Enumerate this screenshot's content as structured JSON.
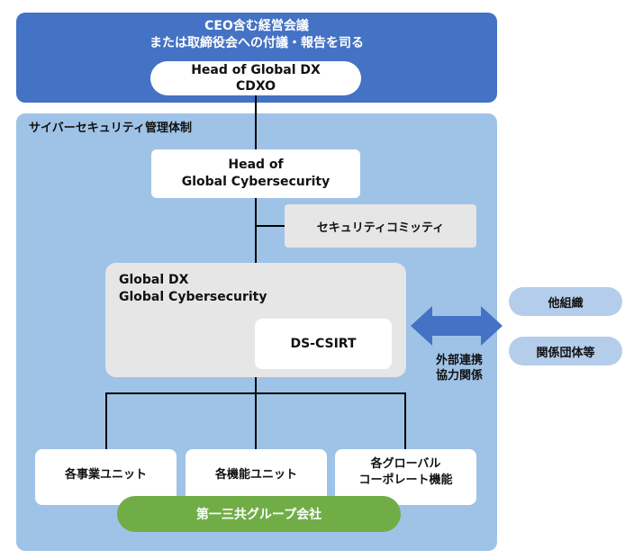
{
  "top": {
    "line1": "CEO含む経営会議",
    "line2": "または取締役会への付議・報告を司る",
    "cdxo_line1": "Head of Global DX",
    "cdxo_line2": "CDXO"
  },
  "panel": {
    "title": "サイバーセキュリティ管理体制"
  },
  "head_cyber": {
    "line1": "Head of",
    "line2": "Global Cybersecurity"
  },
  "committee": "セキュリティコミッティ",
  "gdx": {
    "line1": "Global DX",
    "line2": "Global Cybersecurity",
    "csirt": "DS-CSIRT"
  },
  "units": {
    "business": "各事業ユニット",
    "function": "各機能ユニット",
    "global_line1": "各グローバル",
    "global_line2": "コーポレート機能"
  },
  "group": "第一三共グループ会社",
  "external": {
    "other_org": "他組織",
    "associations": "関係団体等",
    "collab_line1": "外部連携",
    "collab_line2": "協力関係"
  },
  "colors": {
    "top_panel": "#4472c4",
    "main_panel": "#9fc3e7",
    "gray_box": "#e7e6e6",
    "group_pill": "#70ad47",
    "external_pill": "#b4cdea",
    "arrow": "#4472c4"
  }
}
